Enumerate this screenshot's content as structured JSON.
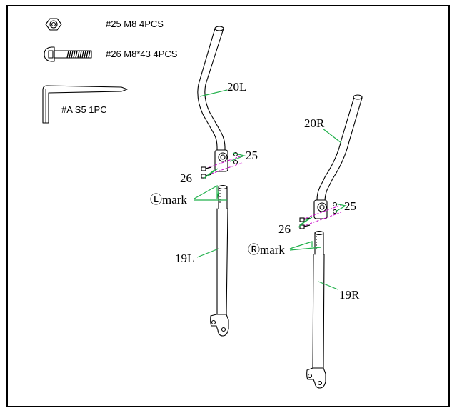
{
  "hardware_list": {
    "nut": "#25 M8  4PCS",
    "bolt": "#26 M8*43  4PCS",
    "wrench": "#A S5  1PC"
  },
  "callouts": {
    "handle_left": "20L",
    "handle_right": "20R",
    "tube_left": "19L",
    "tube_right": "19R",
    "nut_left": "25",
    "nut_right": "25",
    "bolt_left": "26",
    "bolt_right": "26",
    "mark_left": "Ⓛmark",
    "mark_right": "Ⓡmark"
  },
  "colors": {
    "leader": "#22b14c",
    "bolt_axis": "#c800c8",
    "outline": "#000000"
  }
}
